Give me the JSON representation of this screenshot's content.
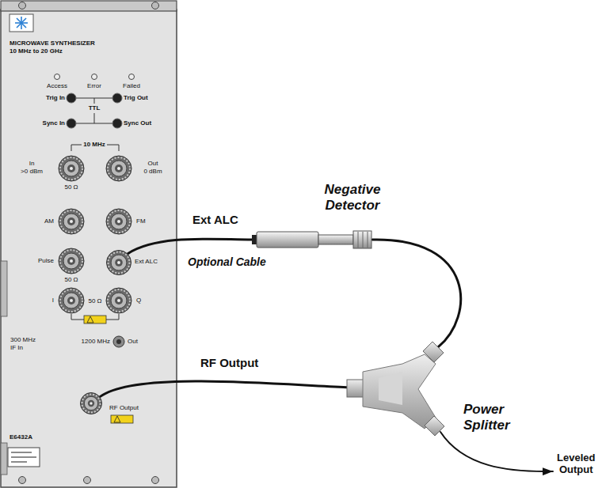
{
  "diagram": {
    "nodes": [
      {
        "text": [
          "MICROWAVE SYNTHESIZER",
          "10 MHz to 20 GHz"
        ]
      },
      {
        "text": [
          "Ext ALC"
        ],
        "in": 0
      },
      {
        "text": [
          "RF Output"
        ],
        "in": 0
      },
      {
        "text": [
          "Negative Detector"
        ]
      },
      {
        "text": [
          "Power Splitter"
        ]
      },
      {
        "text": [
          "Leveled Output"
        ]
      }
    ],
    "edges": [
      {
        "from": 1,
        "to": 3,
        "label": "Ext ALC",
        "arrow": "none"
      },
      {
        "from": 3,
        "to": 4,
        "arrow": "none"
      },
      {
        "from": 2,
        "to": 4,
        "label": "RF Output",
        "arrow": "none"
      },
      {
        "from": 4,
        "to": 5,
        "arrow": "to"
      }
    ],
    "labels": [
      "Access",
      "Error",
      "Failed",
      "Trig In",
      "TTL",
      "Trig Out",
      "Sync In",
      "Sync Out",
      "10 MHz",
      "In",
      ">0 dBm",
      "Out",
      "0 dBm",
      "50 Ω",
      "AM",
      "FM",
      "Pulse",
      "50 Ω",
      "I",
      "50 Ω",
      "Q",
      "300 MHz",
      "IF In",
      "1200 MHz",
      "Out",
      "E6432A",
      "Optional Cable"
    ]
  }
}
